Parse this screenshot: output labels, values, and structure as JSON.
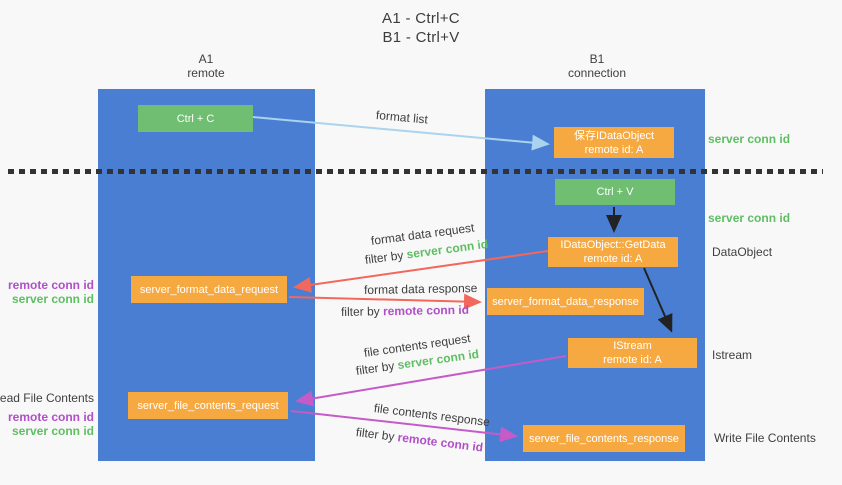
{
  "title": {
    "line1": "A1 - Ctrl+C",
    "line2": "B1 - Ctrl+V"
  },
  "lanes": {
    "left": {
      "name": "A1",
      "subtitle": "remote"
    },
    "right": {
      "name": "B1",
      "subtitle": "connection"
    }
  },
  "nodes": {
    "ctrl_c": "Ctrl + C",
    "save_idataobject": {
      "line1": "保存IDataObject",
      "line2": "remote id: A"
    },
    "ctrl_v": "Ctrl + V",
    "getdata": {
      "line1": "IDataObject::GetData",
      "line2": "remote id: A"
    },
    "format_request": "server_format_data_request",
    "format_response": "server_format_data_response",
    "istream": {
      "line1": "IStream",
      "line2": "remote id: A"
    },
    "file_request": "server_file_contents_request",
    "file_response": "server_file_contents_response"
  },
  "arrow_labels": {
    "format_list": "format list",
    "format_data_request": {
      "line1": "format data request",
      "prefix": "filter by ",
      "key": "server conn id"
    },
    "format_data_response": {
      "line1": "format data response",
      "prefix": "filter by ",
      "key": "remote conn id"
    },
    "file_contents_request": {
      "line1": "file contents request",
      "prefix": "filter by ",
      "key": "server conn id"
    },
    "file_contents_response": {
      "line1": "file contents response",
      "prefix": "filter by ",
      "key": "remote conn id"
    }
  },
  "side_labels": {
    "right": {
      "server_conn_id_top": "server conn id",
      "server_conn_id_mid": "server conn id",
      "dataobject": "DataObject",
      "istream": "Istream",
      "write_file_contents": "Write File Contents"
    },
    "left": {
      "remote_conn_id_top": "remote conn id",
      "server_conn_id_top": "server conn id",
      "read_file_contents": "Read File Contents",
      "remote_conn_id_bottom": "remote conn id",
      "server_conn_id_bottom": "server conn id"
    }
  },
  "colors": {
    "lane_blue": "#4a7ed2",
    "node_green": "#6fbe72",
    "node_orange": "#f7a941",
    "arrow_light_blue": "#a9d3ee",
    "arrow_salmon": "#f2685c",
    "arrow_orchid": "#c55bc8",
    "arrow_black": "#222222",
    "text_green": "#5fbe64",
    "text_purple": "#b04fc8",
    "text_gray": "#3f3f3f",
    "background": "#f8f8f8"
  }
}
